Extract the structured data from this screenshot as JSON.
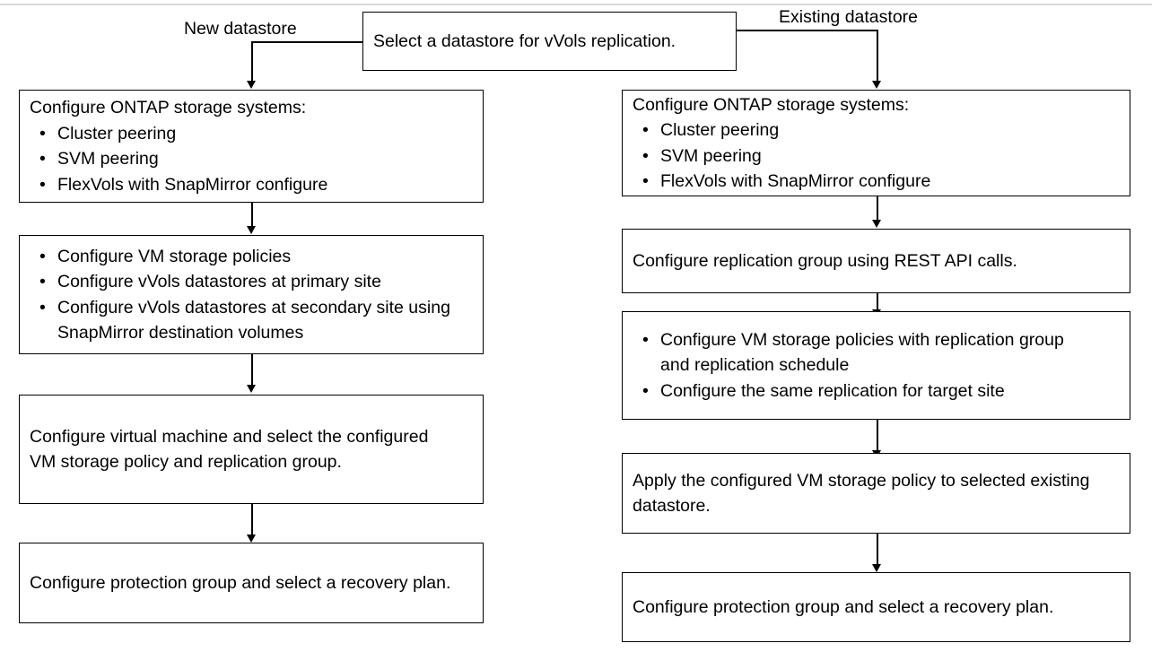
{
  "diagram": {
    "title_decoration": "top-rule",
    "colors": {
      "stroke": "#000000",
      "background": "#ffffff",
      "rule": "#d9d9d9"
    },
    "decision": {
      "text": "Select a datastore for vVols replication."
    },
    "branch_labels": {
      "left": "New datastore",
      "right": "Existing  datastore"
    },
    "left_branch": [
      {
        "id": "left-configure-ontap",
        "heading": "Configure ONTAP storage systems:",
        "bullets": [
          "Cluster peering",
          "SVM peering",
          "FlexVols with SnapMirror configure"
        ]
      },
      {
        "id": "left-vm-policies",
        "heading": "",
        "bullets": [
          "Configure VM storage policies",
          "Configure vVols datastores at primary site",
          "Configure vVols datastores at secondary site using SnapMirror destination volumes"
        ]
      },
      {
        "id": "left-configure-vm",
        "heading": "",
        "bullets": [],
        "paragraph": "Configure virtual machine and select the configured VM storage policy and replication group."
      },
      {
        "id": "left-protection-group",
        "heading": "",
        "bullets": [],
        "paragraph": "Configure protection group and select a recovery plan."
      }
    ],
    "right_branch": [
      {
        "id": "right-configure-ontap",
        "heading": "Configure ONTAP storage systems:",
        "bullets": [
          "Cluster peering",
          "SVM peering",
          "FlexVols with SnapMirror configure"
        ]
      },
      {
        "id": "right-replication-group",
        "heading": "",
        "bullets": [],
        "paragraph": "Configure replication group using REST API calls."
      },
      {
        "id": "right-vm-policies",
        "heading": "",
        "bullets": [
          "Configure VM storage policies with replication group and replication schedule",
          "Configure the same replication for target site"
        ]
      },
      {
        "id": "right-apply-policy",
        "heading": "",
        "bullets": [],
        "paragraph": "Apply the configured VM storage policy to selected existing datastore."
      },
      {
        "id": "right-protection-group",
        "heading": "",
        "bullets": [],
        "paragraph": "Configure protection group and select a recovery plan."
      }
    ],
    "bullet_glyph": "•"
  }
}
